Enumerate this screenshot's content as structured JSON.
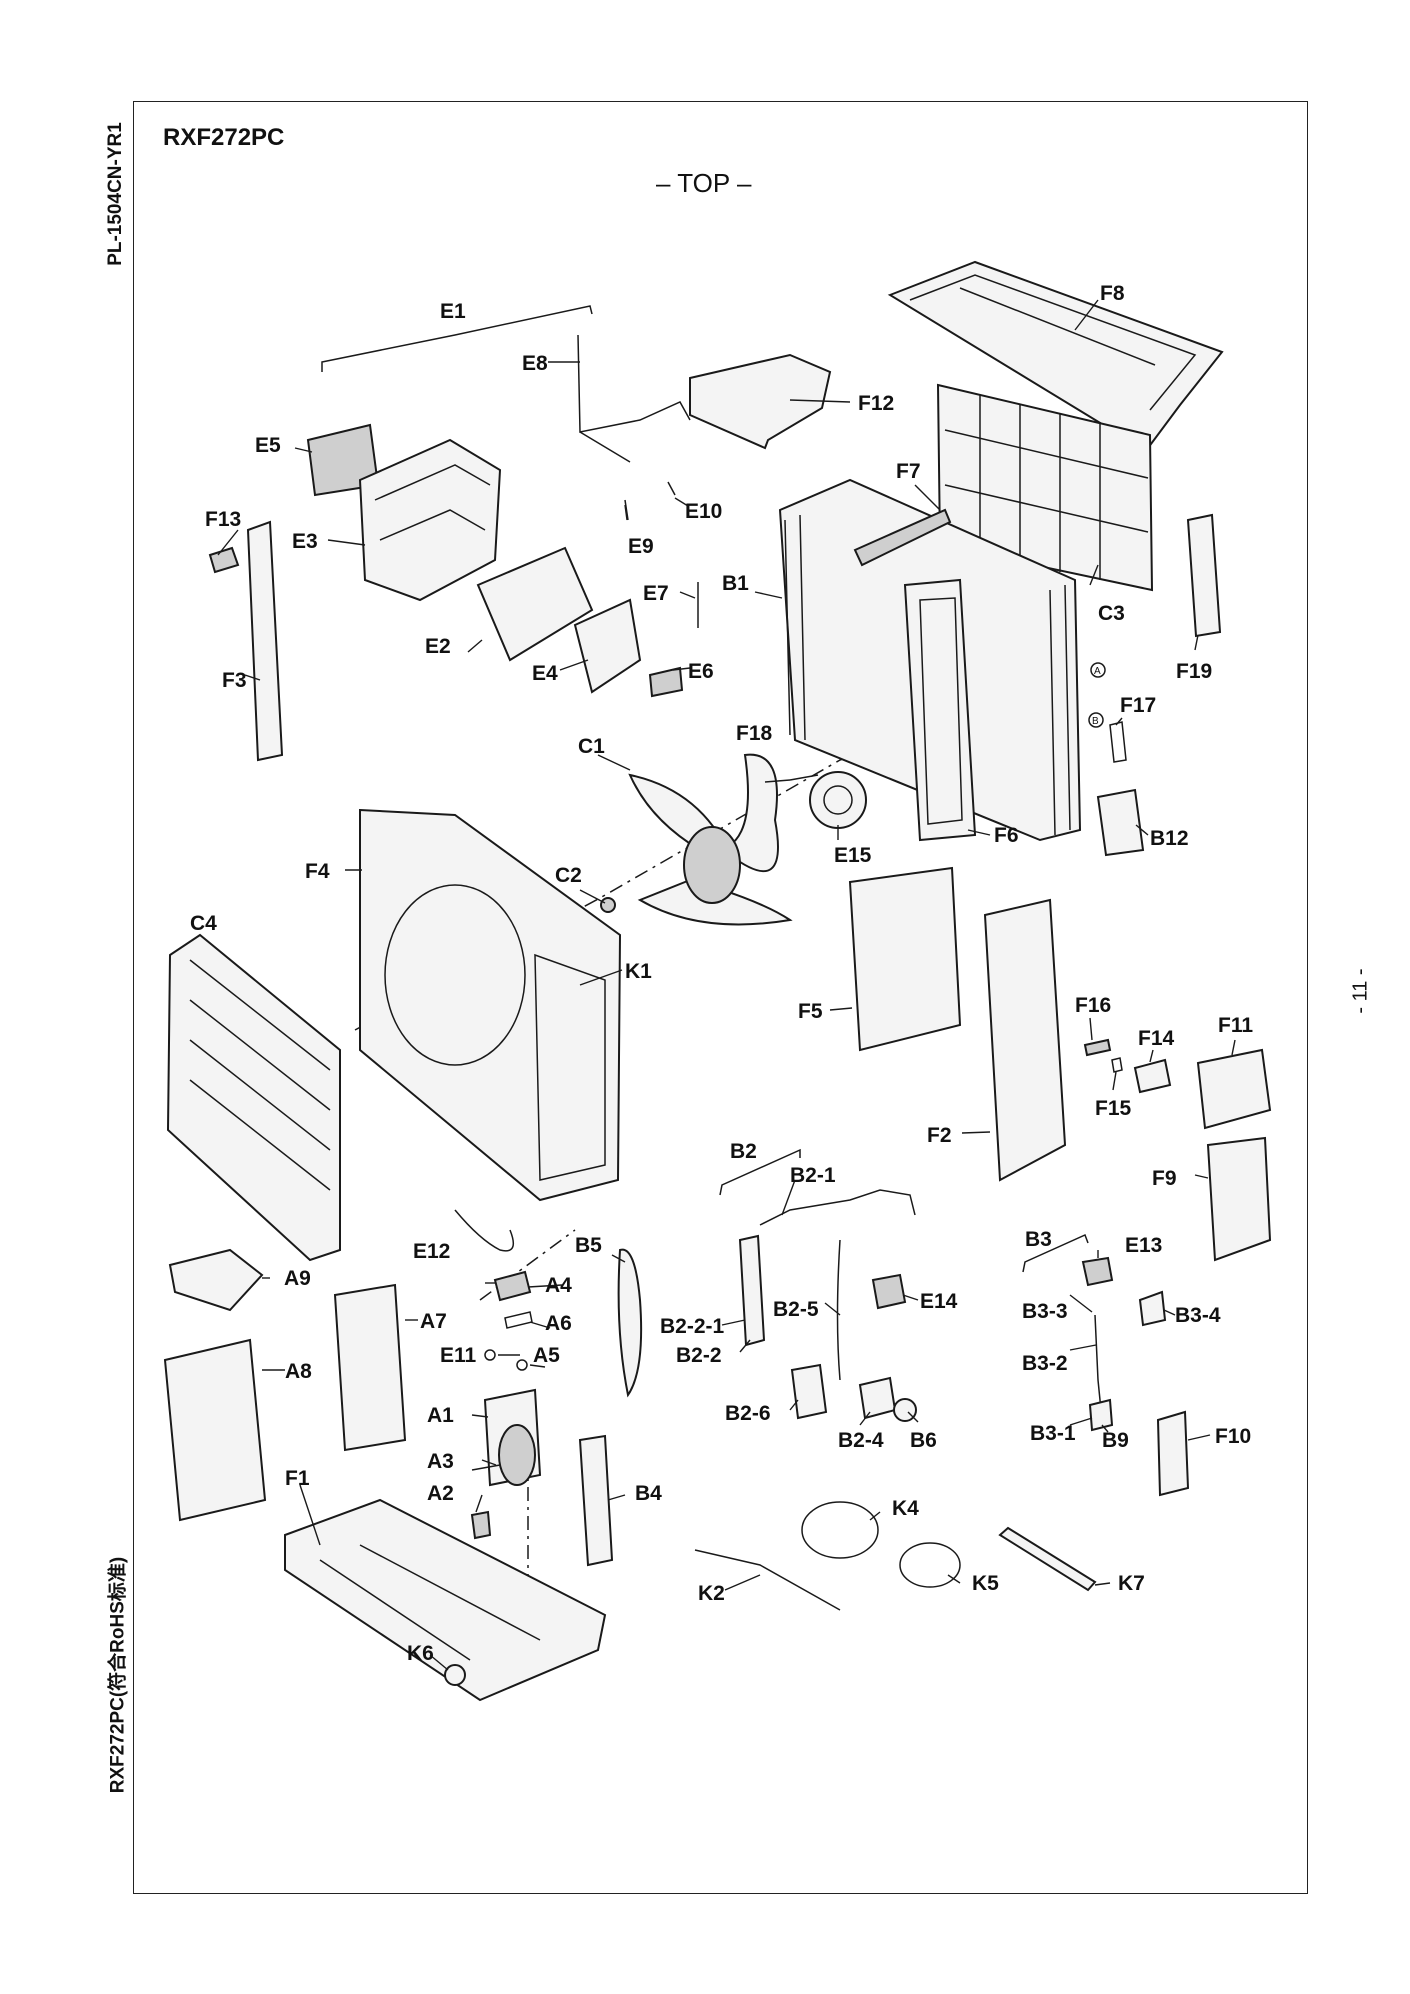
{
  "header": {
    "model": "RXF272PC",
    "view": "– TOP –",
    "doc_code": "PL-1504CN-YR1",
    "footer_model": "RXF272PC(符合RoHS标准)",
    "page_number": "- 11 -"
  },
  "callouts": {
    "E1": "E1",
    "E2": "E2",
    "E3": "E3",
    "E4": "E4",
    "E5": "E5",
    "E6": "E6",
    "E7": "E7",
    "E8": "E8",
    "E9": "E9",
    "E10": "E10",
    "E11": "E11",
    "E12": "E12",
    "E13": "E13",
    "E14": "E14",
    "E15": "E15",
    "F1": "F1",
    "F2": "F2",
    "F3": "F3",
    "F4": "F4",
    "F5": "F5",
    "F6": "F6",
    "F7": "F7",
    "F8": "F8",
    "F9": "F9",
    "F10": "F10",
    "F11": "F11",
    "F12": "F12",
    "F13": "F13",
    "F14": "F14",
    "F15": "F15",
    "F16": "F16",
    "F17": "F17",
    "F18": "F18",
    "F19": "F19",
    "C1": "C1",
    "C2": "C2",
    "C3": "C3",
    "C4": "C4",
    "B1": "B1",
    "B2": "B2",
    "B2_1": "B2-1",
    "B2_2": "B2-2",
    "B2_2_1": "B2-2-1",
    "B2_4": "B2-4",
    "B2_5": "B2-5",
    "B2_6": "B2-6",
    "B3": "B3",
    "B3_1": "B3-1",
    "B3_2": "B3-2",
    "B3_3": "B3-3",
    "B3_4": "B3-4",
    "B4": "B4",
    "B5": "B5",
    "B6": "B6",
    "B9": "B9",
    "B12": "B12",
    "A1": "A1",
    "A2": "A2",
    "A3": "A3",
    "A4": "A4",
    "A5": "A5",
    "A6": "A6",
    "A7": "A7",
    "A8": "A8",
    "A9": "A9",
    "K1": "K1",
    "K2": "K2",
    "K4": "K4",
    "K5": "K5",
    "K6": "K6",
    "K7": "K7"
  },
  "markers": {
    "A": "A",
    "B": "B"
  }
}
